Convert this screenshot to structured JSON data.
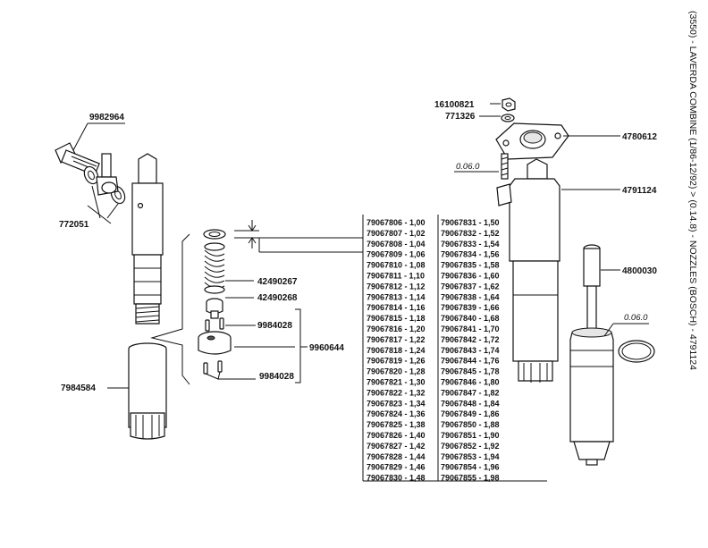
{
  "title": "(3550) - LAVERDA COMBINE (1/86-12/92) > (0.14.8) - NOZZLES (BOSCH) - 4791124",
  "callouts": {
    "c9982964": "9982964",
    "c772051": "772051",
    "c7984584": "7984584",
    "c42490267": "42490267",
    "c42490268": "42490268",
    "c9984028a": "9984028",
    "c9960644": "9960644",
    "c9984028b": "9984028",
    "c16100821": "16100821",
    "c771326": "771326",
    "c4780612": "4780612",
    "c006a": "0.06.0",
    "c4791124": "4791124",
    "c4800030": "4800030",
    "c006b": "0.06.0"
  },
  "shim_table": {
    "left": [
      "79067806 - 1,00",
      "79067807 - 1,02",
      "79067808 - 1,04",
      "79067809 - 1,06",
      "79067810 - 1,08",
      "79067811 - 1,10",
      "79067812 - 1,12",
      "79067813 - 1,14",
      "79067814 - 1,16",
      "79067815 - 1,18",
      "79067816 - 1,20",
      "79067817 - 1,22",
      "79067818 - 1,24",
      "79067819 - 1,26",
      "79067820 - 1,28",
      "79067821 - 1,30",
      "79067822 - 1,32",
      "79067823 - 1,34",
      "79067824 - 1,36",
      "79067825 - 1,38",
      "79067826 - 1,40",
      "79067827 - 1,42",
      "79067828 - 1,44",
      "79067829 - 1,46",
      "79067830 - 1,48"
    ],
    "right": [
      "79067831 - 1,50",
      "79067832 - 1,52",
      "79067833 - 1,54",
      "79067834 - 1,56",
      "79067835 - 1,58",
      "79067836 - 1,60",
      "79067837 - 1,62",
      "79067838 - 1,64",
      "79067839 - 1,66",
      "79067840 - 1,68",
      "79067841 - 1,70",
      "79067842 - 1,72",
      "79067843 - 1,74",
      "79067844 - 1,76",
      "79067845 - 1,78",
      "79067846 - 1,80",
      "79067847 - 1,82",
      "79067848 - 1,84",
      "79067849 - 1,86",
      "79067850 - 1,88",
      "79067851 - 1,90",
      "79067852 - 1,92",
      "79067853 - 1,94",
      "79067854 - 1,96",
      "79067855 - 1,98"
    ]
  }
}
